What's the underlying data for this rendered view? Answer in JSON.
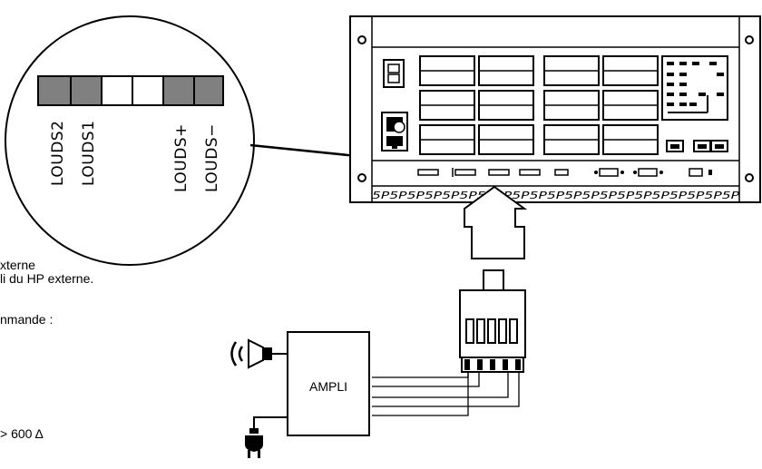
{
  "side_text": {
    "line1": "xterne",
    "line2": "li du HP externe.",
    "line3": "nmande :",
    "line4": "> 600 Δ"
  },
  "zoom": {
    "labels": [
      "LOUDS2",
      "LOUDS1",
      "LOUDS+",
      "LOUDS−"
    ]
  },
  "amplifier": {
    "label": "AMPLI"
  },
  "chassis": {
    "hatch_text": "5P5P5P5P5P5P5P5P5P5P5P5P5P5P5P5P5P5P5P5P5P"
  },
  "colors": {
    "line": "#000000",
    "dark_pin": "#808080",
    "light_pin": "#ffffff",
    "background": "#ffffff"
  }
}
